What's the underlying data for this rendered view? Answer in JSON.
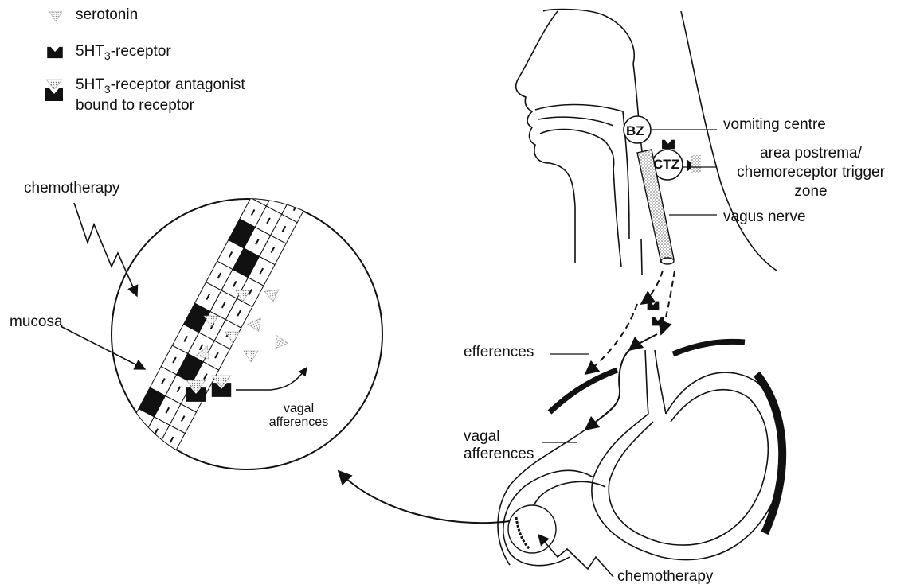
{
  "legend": {
    "serotonin": "serotonin",
    "receptor_pre": "5HT",
    "receptor_sub": "3",
    "receptor_post": "-receptor",
    "antagonist_line1_pre": "5HT",
    "antagonist_line1_sub": "3",
    "antagonist_line1_post": "-receptor antagonist",
    "antagonist_line2": "bound to receptor"
  },
  "labels": {
    "chemotherapy_top": "chemotherapy",
    "mucosa": "mucosa",
    "vagal_afferences_inset_1": "vagal",
    "vagal_afferences_inset_2": "afferences",
    "bz": "BZ",
    "ctz": "CTZ",
    "vomiting_centre": "vomiting centre",
    "area_postrema_1": "area postrema/",
    "area_postrema_2": "chemoreceptor trigger",
    "area_postrema_3": "zone",
    "vagus_nerve": "vagus nerve",
    "efferences": "efferences",
    "vagal_afferences_1": "vagal",
    "vagal_afferences_2": "afferences",
    "chemotherapy_bottom": "chemotherapy"
  }
}
